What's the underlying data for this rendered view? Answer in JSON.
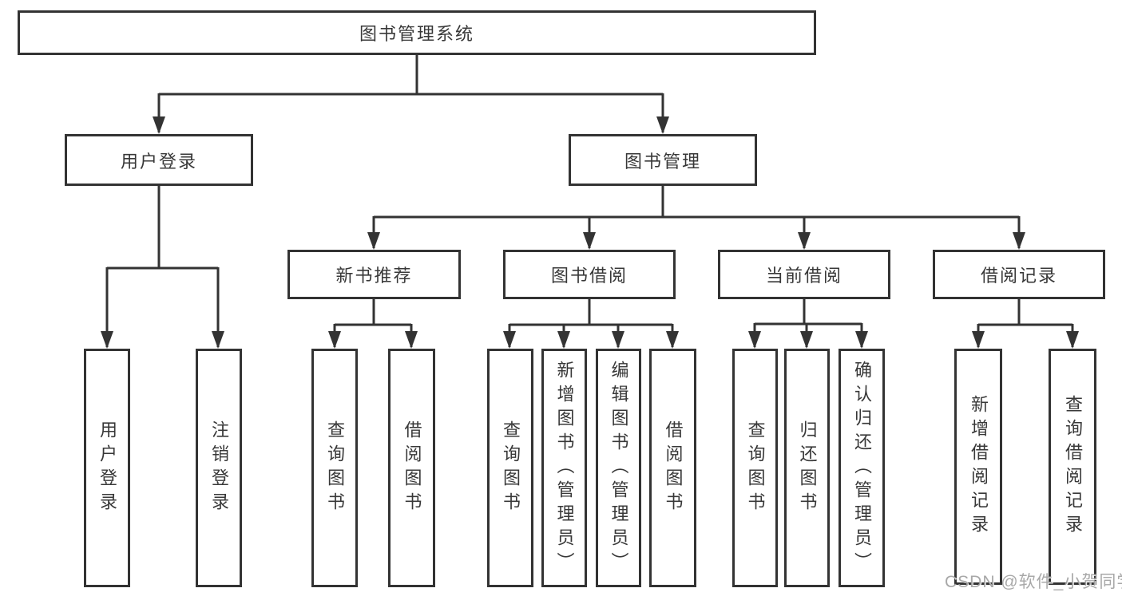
{
  "diagram_title": "图书管理系统",
  "colors": {
    "line": "#333333",
    "box_border": "#333333",
    "box_fill": "#ffffff",
    "text": "#383838",
    "watermark": "#9e9e9e"
  },
  "nodes": {
    "root": {
      "label": "图书管理系统"
    },
    "level2": [
      {
        "label": "用户登录"
      },
      {
        "label": "图书管理"
      }
    ],
    "level3": [
      {
        "label": "新书推荐"
      },
      {
        "label": "图书借阅"
      },
      {
        "label": "当前借阅"
      },
      {
        "label": "借阅记录"
      }
    ],
    "leaves": [
      {
        "label": "用户登录",
        "parent": "用户登录"
      },
      {
        "label": "注销登录",
        "parent": "用户登录"
      },
      {
        "label": "查询图书",
        "parent": "新书推荐"
      },
      {
        "label": "借阅图书",
        "parent": "新书推荐"
      },
      {
        "label": "查询图书",
        "parent": "图书借阅"
      },
      {
        "label": "新增图书（管理员）",
        "parent": "图书借阅"
      },
      {
        "label": "编辑图书（管理员）",
        "parent": "图书借阅"
      },
      {
        "label": "借阅图书",
        "parent": "图书借阅"
      },
      {
        "label": "查询图书",
        "parent": "当前借阅"
      },
      {
        "label": "归还图书",
        "parent": "当前借阅"
      },
      {
        "label": "确认归还（管理员）",
        "parent": "当前借阅"
      },
      {
        "label": "新增借阅记录",
        "parent": "借阅记录"
      },
      {
        "label": "查询借阅记录",
        "parent": "借阅记录"
      }
    ]
  },
  "watermark": {
    "text": "CSDN @软件_小贺同学"
  }
}
